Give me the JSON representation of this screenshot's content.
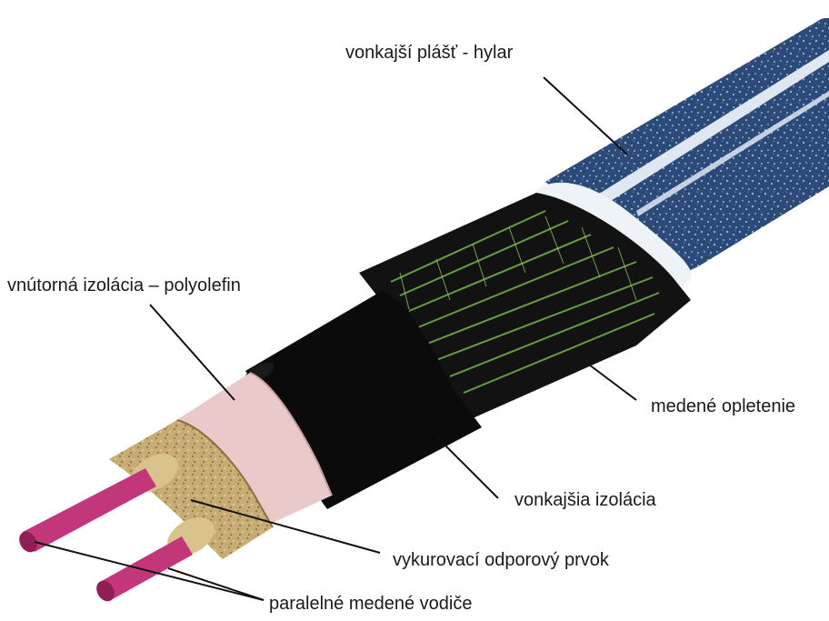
{
  "labels": {
    "outer_jacket": "vonkajší plášť - hylar",
    "inner_insulation": "vnútorná izolácia – polyolefin",
    "copper_braid": "medené opletenie",
    "outer_insulation": "vonkajšia izolácia",
    "heating_element": "vykurovací odporový prvok",
    "conductors": "paralelné medené vodiče"
  },
  "colors": {
    "jacket": "#2c4a78",
    "jacket_speckle": "#8fb0d8",
    "stripe": "#dfe8f2",
    "black_layer": "#0b0b0b",
    "braid": "#6fae4a",
    "inner_insulation": "#e9c9c9",
    "core": "#c7ad73",
    "conductor": "#c2367a",
    "leader": "#111111"
  }
}
